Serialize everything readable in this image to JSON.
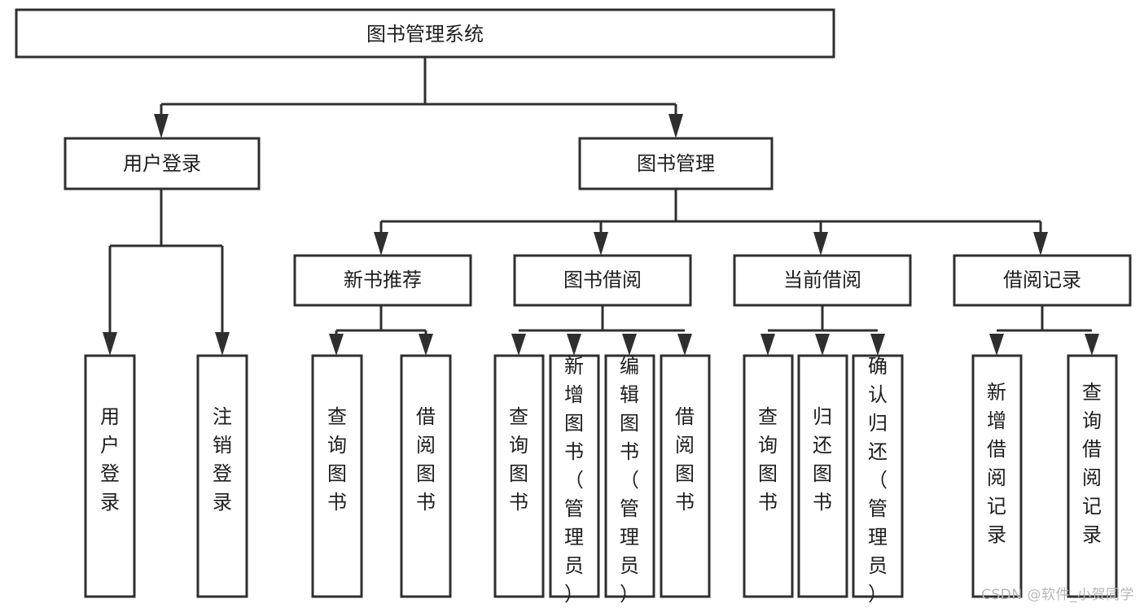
{
  "diagram": {
    "type": "tree-hierarchy-chart",
    "title": "图书管理系统",
    "background_color": "#ffffff",
    "box_stroke_color": "#2f2f2f",
    "box_fill_color": "#ffffff",
    "text_color": "#1d1d1d",
    "connector_color": "#2f2f2f"
  },
  "nodes": {
    "root": {
      "label": "图书管理系统",
      "level": 1,
      "orientation": "horizontal"
    },
    "level2": [
      {
        "id": "user-login",
        "label": "用户登录",
        "orientation": "horizontal"
      },
      {
        "id": "book-management",
        "label": "图书管理",
        "orientation": "horizontal"
      }
    ],
    "level3": [
      {
        "id": "new-book-recommend",
        "label": "新书推荐",
        "orientation": "horizontal",
        "parent": "book-management"
      },
      {
        "id": "book-borrow",
        "label": "图书借阅",
        "orientation": "horizontal",
        "parent": "book-management"
      },
      {
        "id": "current-borrow",
        "label": "当前借阅",
        "orientation": "horizontal",
        "parent": "book-management"
      },
      {
        "id": "borrow-record",
        "label": "借阅记录",
        "orientation": "horizontal",
        "parent": "book-management"
      }
    ],
    "leaves": [
      {
        "id": "leaf-user-login",
        "label": "用户登录",
        "parent": "user-login",
        "orientation": "vertical"
      },
      {
        "id": "leaf-user-logout",
        "label": "注销登录",
        "parent": "user-login",
        "orientation": "vertical"
      },
      {
        "id": "leaf-query-book-1",
        "label": "查询图书",
        "parent": "new-book-recommend",
        "orientation": "vertical"
      },
      {
        "id": "leaf-borrow-book-1",
        "label": "借阅图书",
        "parent": "new-book-recommend",
        "orientation": "vertical"
      },
      {
        "id": "leaf-query-book-2",
        "label": "查询图书",
        "parent": "book-borrow",
        "orientation": "vertical"
      },
      {
        "id": "leaf-add-book",
        "label": "新增图书（管理员）",
        "parent": "book-borrow",
        "orientation": "vertical"
      },
      {
        "id": "leaf-edit-book",
        "label": "编辑图书（管理员）",
        "parent": "book-borrow",
        "orientation": "vertical"
      },
      {
        "id": "leaf-borrow-book-2",
        "label": "借阅图书",
        "parent": "book-borrow",
        "orientation": "vertical"
      },
      {
        "id": "leaf-query-book-3",
        "label": "查询图书",
        "parent": "current-borrow",
        "orientation": "vertical"
      },
      {
        "id": "leaf-return-book",
        "label": "归还图书",
        "parent": "current-borrow",
        "orientation": "vertical"
      },
      {
        "id": "leaf-confirm-return",
        "label": "确认归还（管理员）",
        "parent": "current-borrow",
        "orientation": "vertical"
      },
      {
        "id": "leaf-add-record",
        "label": "新增借阅记录",
        "parent": "borrow-record",
        "orientation": "vertical"
      },
      {
        "id": "leaf-query-record",
        "label": "查询借阅记录",
        "parent": "borrow-record",
        "orientation": "vertical"
      }
    ]
  },
  "watermark": {
    "text": "CSDN @软件_小贺同学",
    "color": "#b6b6b6"
  }
}
